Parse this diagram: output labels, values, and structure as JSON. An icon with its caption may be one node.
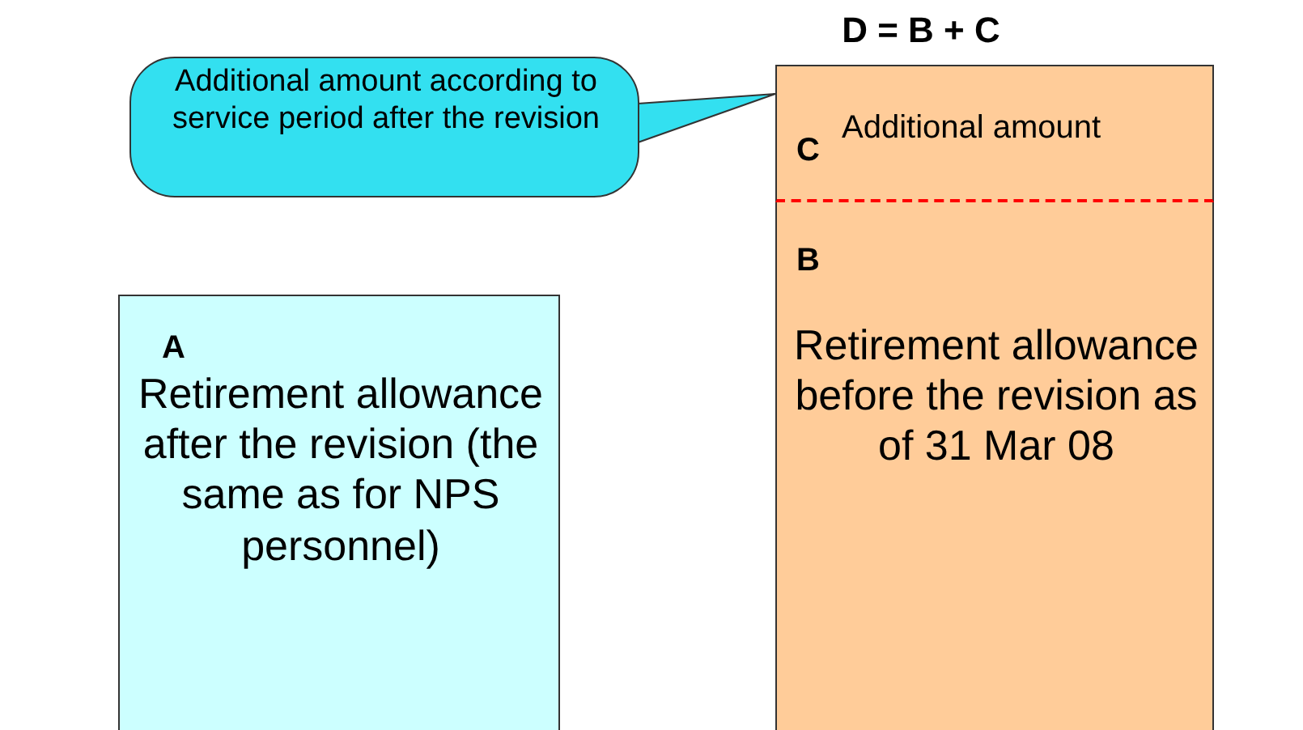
{
  "diagram": {
    "nodes": [
      {
        "text": [
          "Additional amount according to service period after the revision"
        ]
      },
      {
        "text": [
          "D = B + C"
        ]
      },
      {
        "text": [
          "C",
          "Additional amount"
        ],
        "in": 1
      },
      {
        "text": [
          "B",
          "Retirement allowance before the revision as of 31 Mar 08"
        ],
        "in": 1
      },
      {
        "text": [
          "A",
          "Retirement allowance after the revision (the same as for NPS personnel)"
        ]
      }
    ],
    "edges": [
      {
        "from": 0,
        "to": 2,
        "arrow": "none"
      }
    ]
  }
}
